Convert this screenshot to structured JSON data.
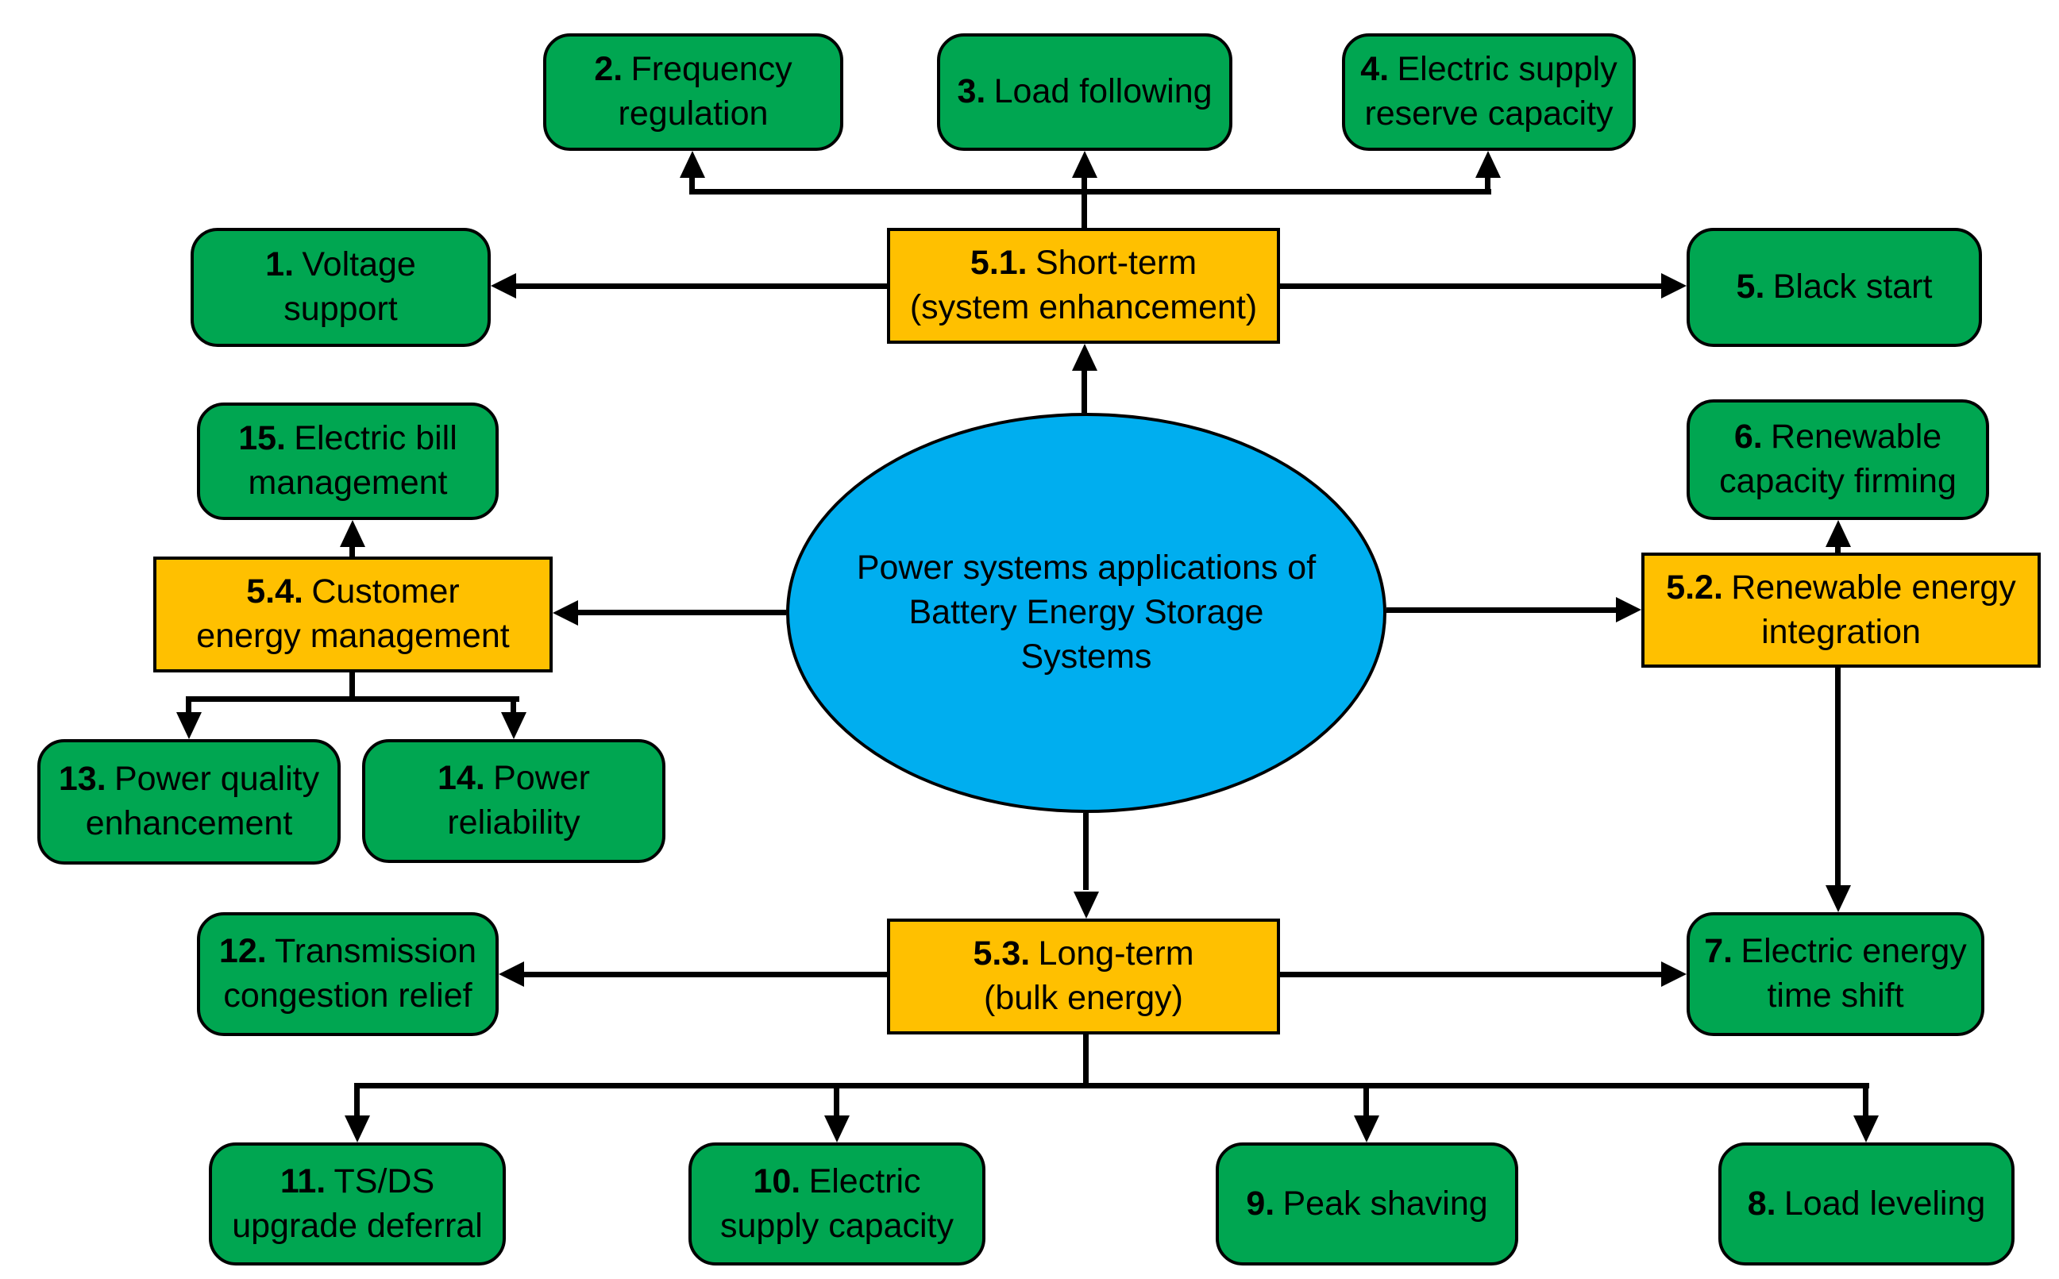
{
  "colors": {
    "green": "#00a651",
    "orange": "#ffc000",
    "blue": "#00aeef",
    "line": "#000000",
    "text": "#000000",
    "background": "#ffffff"
  },
  "center": {
    "label": "Power systems applications of\nBattery Energy Storage\nSystems"
  },
  "nodes": {
    "n1": {
      "num": "1.",
      "label": "Voltage\nsupport"
    },
    "n2": {
      "num": "2.",
      "label": "Frequency\nregulation"
    },
    "n3": {
      "num": "3.",
      "label": "Load following"
    },
    "n4": {
      "num": "4.",
      "label": "Electric supply\nreserve capacity"
    },
    "n5": {
      "num": "5.",
      "label": "Black start"
    },
    "n6": {
      "num": "6.",
      "label": "Renewable\ncapacity firming"
    },
    "n7": {
      "num": "7.",
      "label": "Electric energy\ntime shift"
    },
    "n8": {
      "num": "8.",
      "label": "Load leveling"
    },
    "n9": {
      "num": "9.",
      "label": "Peak shaving"
    },
    "n10": {
      "num": "10.",
      "label": "Electric\nsupply capacity"
    },
    "n11": {
      "num": "11.",
      "label": "TS/DS\nupgrade deferral"
    },
    "n12": {
      "num": "12.",
      "label": "Transmission\ncongestion relief"
    },
    "n13": {
      "num": "13.",
      "label": "Power quality\nenhancement"
    },
    "n14": {
      "num": "14.",
      "label": "Power\nreliability"
    },
    "n15": {
      "num": "15.",
      "label": "Electric bill\nmanagement"
    },
    "s51": {
      "num": "5.1.",
      "label": "Short-term\n(system enhancement)"
    },
    "s52": {
      "num": "5.2.",
      "label": "Renewable energy\nintegration"
    },
    "s53": {
      "num": "5.3.",
      "label": "Long-term\n(bulk energy)"
    },
    "s54": {
      "num": "5.4.",
      "label": "Customer\nenergy management"
    }
  }
}
